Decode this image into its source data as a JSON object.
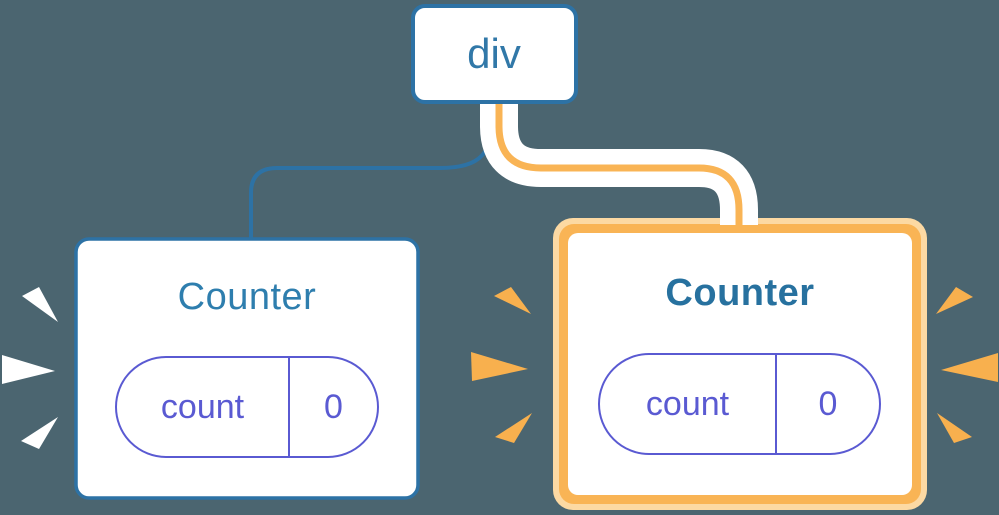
{
  "diagram": {
    "description": "React component tree: div root with two Counter children holding independent count state; right Counter freshly rendered (highlighted)",
    "background_color": "#4b6570",
    "root_node": {
      "label": "div"
    },
    "left_counter": {
      "title": "Counter",
      "state_key": "count",
      "state_value": "0",
      "variant": "default"
    },
    "right_counter": {
      "title": "Counter",
      "state_key": "count",
      "state_value": "0",
      "variant": "highlighted"
    },
    "colors": {
      "node_border_blue": "#2d72a5",
      "node_text_blue": "#3178a8",
      "title_blue": "#2e7eae",
      "title_blue_bold": "#27719f",
      "state_indigo": "#5a5ad2",
      "highlight_orange": "#f9b455",
      "highlight_orange_light": "#fcd9a3",
      "ray_orange": "#f8b04e",
      "ray_white": "#ffffff",
      "card_fill": "#ffffff"
    },
    "icons": {
      "left_card_rays": "emphasis-ray-icon (white, 3 wedges pointing at left card)",
      "right_card_rays": "emphasis-ray-icon (orange, 3 wedges each side pointing at right card)"
    }
  }
}
